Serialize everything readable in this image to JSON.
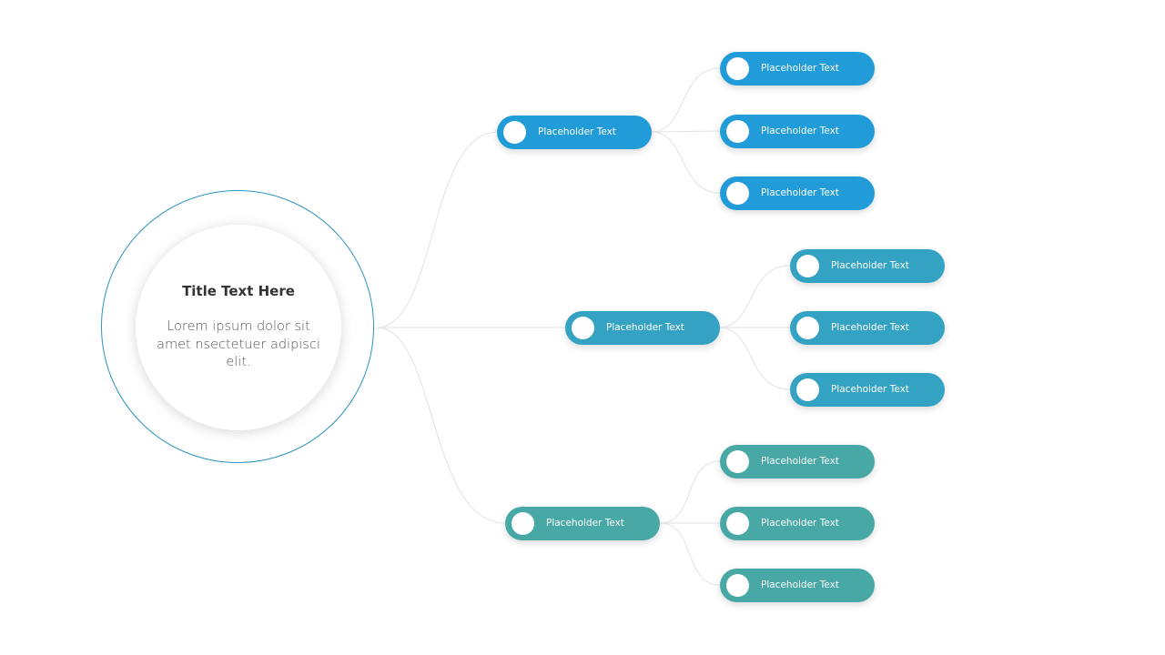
{
  "center": {
    "title": "Title Text Here",
    "body": "Lorem ipsum dolor sit amet nsectetuer adipisci elit."
  },
  "colors": {
    "ring": "#2b94c0",
    "branch_1": "#229cd9",
    "branch_2": "#34a2c2",
    "branch_3": "#47a8a6",
    "connector": "#e2e2e2"
  },
  "branches": [
    {
      "label": "Placeholder Text",
      "color": "blue",
      "children": [
        {
          "label": "Placeholder Text"
        },
        {
          "label": "Placeholder Text"
        },
        {
          "label": "Placeholder Text"
        }
      ]
    },
    {
      "label": "Placeholder Text",
      "color": "mid",
      "children": [
        {
          "label": "Placeholder Text"
        },
        {
          "label": "Placeholder Text"
        },
        {
          "label": "Placeholder Text"
        }
      ]
    },
    {
      "label": "Placeholder Text",
      "color": "teal",
      "children": [
        {
          "label": "Placeholder Text"
        },
        {
          "label": "Placeholder Text"
        },
        {
          "label": "Placeholder Text"
        }
      ]
    }
  ]
}
